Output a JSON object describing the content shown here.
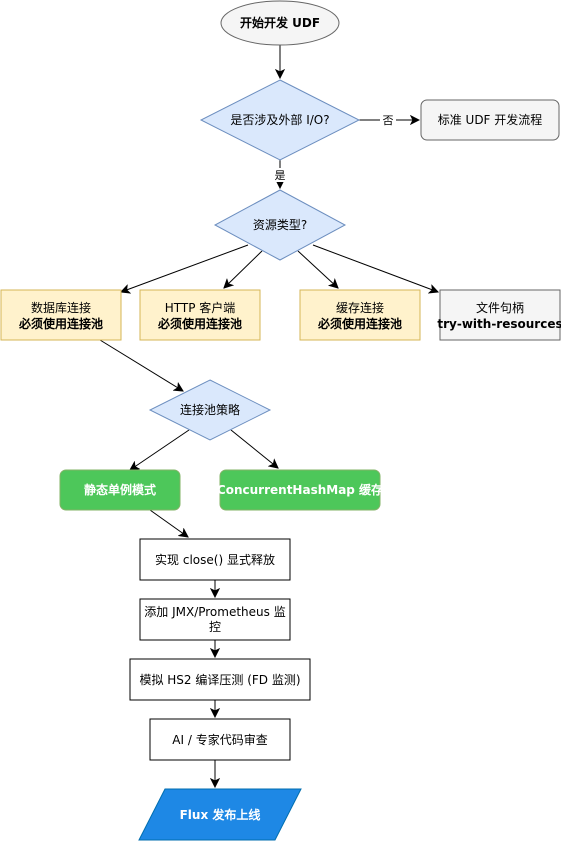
{
  "nodes": {
    "start": {
      "label": "开始开发 UDF"
    },
    "io_decision": {
      "label": "是否涉及外部 I/O?"
    },
    "standard_flow": {
      "label": "标准 UDF 开发流程"
    },
    "resource_type": {
      "label": "资源类型?"
    },
    "database": {
      "line1": "数据库连接",
      "line2": "必须使用连接池"
    },
    "http_client": {
      "line1": "HTTP 客户端",
      "line2": "必须使用连接池"
    },
    "cache": {
      "line1": "缓存连接",
      "line2": "必须使用连接池"
    },
    "file_handle": {
      "line1": "文件句柄",
      "line2": "try-with-resources"
    },
    "pool_strategy": {
      "label": "连接池策略"
    },
    "static_singleton": {
      "label": "静态单例模式"
    },
    "concurrent_hashmap": {
      "label": "ConcurrentHashMap 缓存"
    },
    "explicit_close": {
      "label": "实现 close() 显式释放"
    },
    "monitoring": {
      "line1": "添加 JMX/Prometheus 监",
      "line2": "控"
    },
    "stress_test": {
      "label": "模拟 HS2 编译压测 (FD 监测)"
    },
    "code_review": {
      "label": "AI / 专家代码审查"
    },
    "release": {
      "label": "Flux 发布上线"
    }
  },
  "edges": {
    "no_label": "否",
    "yes_label": "是"
  },
  "colors": {
    "decision_fill": "#dae8fc",
    "decision_stroke": "#6c8ebf",
    "pool_fill": "#fff2cc",
    "pool_stroke": "#d6b656",
    "green_fill": "#4dc75a",
    "green_stroke": "#82b366",
    "release_fill": "#1e88e5",
    "release_stroke": "#006eaf",
    "neutral_fill": "#f5f5f5",
    "neutral_stroke": "#666666"
  }
}
